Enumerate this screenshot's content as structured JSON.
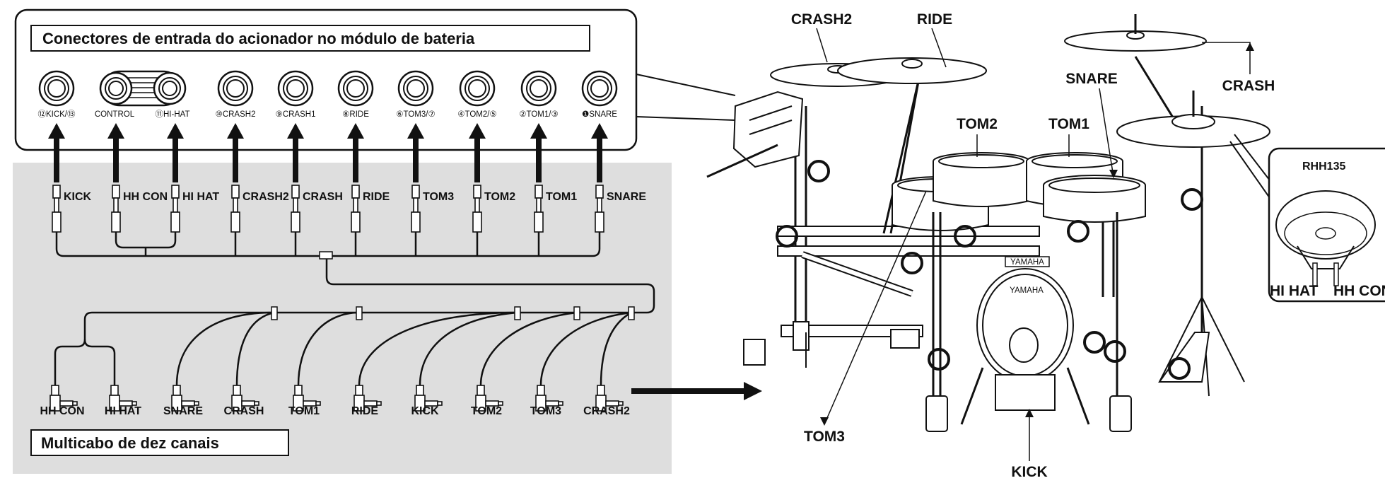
{
  "module_panel": {
    "title": "Conectores de entrada do acionador no módulo de bateria",
    "jacks": [
      "⑫KICK/⑬",
      "CONTROL",
      "⑪HI-HAT",
      "⑩CRASH2",
      "⑨CRASH1",
      "⑧RIDE",
      "⑥TOM3/⑦",
      "④TOM2/⑤",
      "②TOM1/③",
      "❶SNARE"
    ]
  },
  "cable_top_labels": [
    "KICK",
    "HH CON",
    "HI HAT",
    "CRASH2",
    "CRASH",
    "RIDE",
    "TOM3",
    "TOM2",
    "TOM1",
    "SNARE"
  ],
  "cable_bottom_labels": [
    "HH CON",
    "HI HAT",
    "SNARE",
    "CRASH",
    "TOM1",
    "RIDE",
    "KICK",
    "TOM2",
    "TOM3",
    "CRASH2"
  ],
  "multicable_title": "Multicabo de dez canais",
  "kit_labels": {
    "crash2": "CRASH2",
    "ride": "RIDE",
    "crash": "CRASH",
    "snare": "SNARE",
    "tom2": "TOM2",
    "tom1": "TOM1",
    "tom3": "TOM3",
    "kick": "KICK"
  },
  "rhh": {
    "title": "RHH135",
    "label_hihat": "HI HAT",
    "label_hhcon": "HH CON"
  },
  "brand": "YAMAHA"
}
